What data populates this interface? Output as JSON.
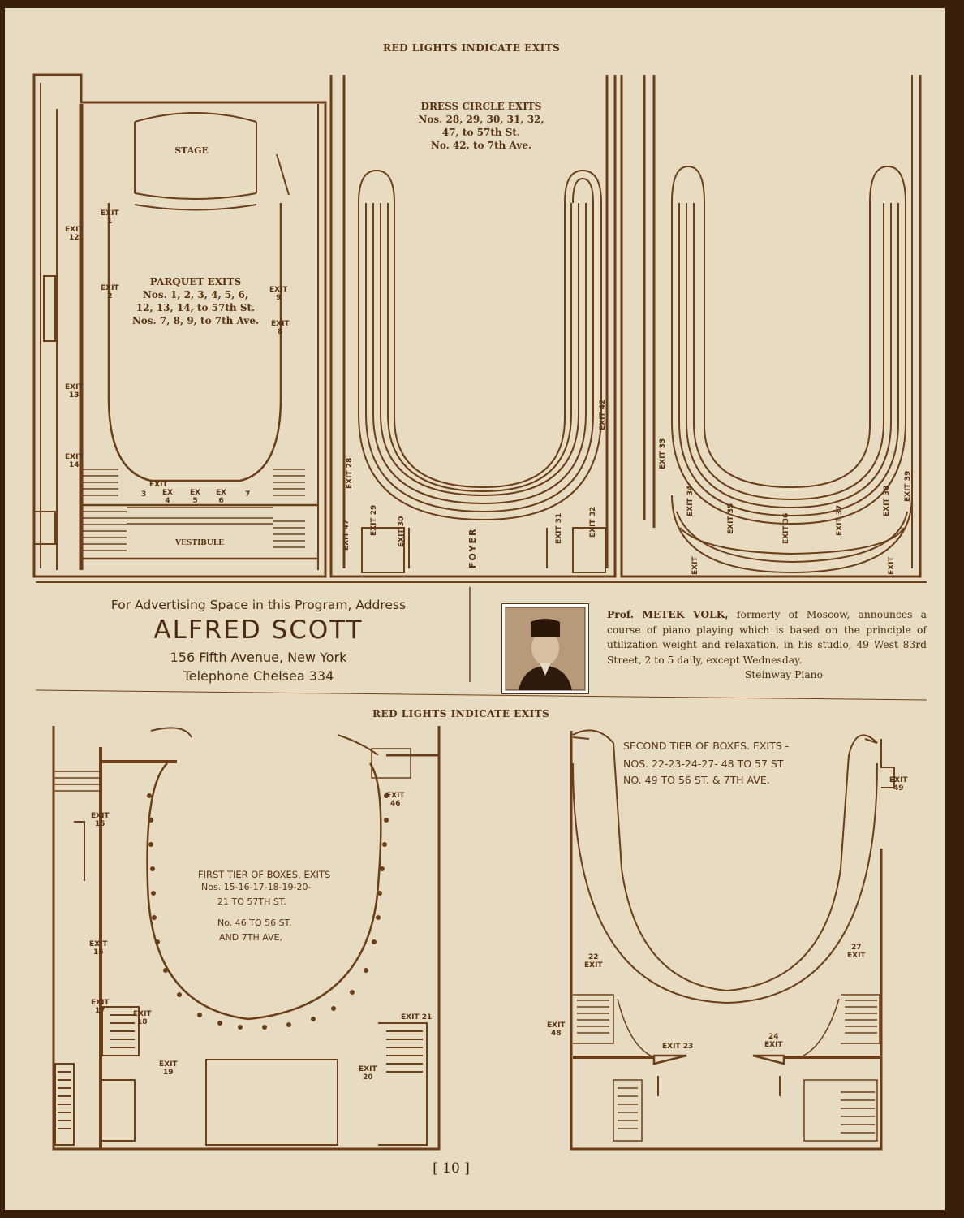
{
  "header_top": "RED LIGHTS INDICATE EXITS",
  "header_mid": "RED LIGHTS INDICATE EXITS",
  "parquet": {
    "stage": "STAGE",
    "vestibule": "VESTIBULE",
    "title": "PARQUET EXITS",
    "line1": "Nos. 1, 2, 3, 4, 5, 6,",
    "line2": "12, 13, 14, to 57th St.",
    "line3": "Nos. 7, 8, 9, to 7th Ave."
  },
  "dress_circle": {
    "title": "DRESS CIRCLE EXITS",
    "line1": "Nos. 28, 29, 30, 31, 32,",
    "line2": "47, to 57th St.",
    "line3": "No. 42, to 7th Ave.",
    "foyer": "FOYER"
  },
  "exits": {
    "e1": "EXIT\n1",
    "e2": "EXIT\n2",
    "e3": "EXIT",
    "e3n": "3",
    "e4": "EX\n4",
    "e5": "EX\n5",
    "e6": "EX\n6",
    "e7": "7",
    "e8": "EXIT\n8",
    "e9": "EXIT\n9",
    "e12": "EXIT\n12",
    "e13": "EXIT\n13",
    "e14": "EXIT\n14",
    "e28": "EXIT 28",
    "e29": "EXIT 29",
    "e30": "EXIT 30",
    "e31": "EXIT 31",
    "e32": "EXIT 32",
    "e47": "EXIT 47",
    "e42": "EXIT 42",
    "e33": "EXIT 33",
    "e34": "EXIT 34",
    "e35": "EXIT 35",
    "e36": "EXIT 36",
    "e37": "EXIT 37",
    "e38": "EXIT 38",
    "e39": "EXIT 39",
    "eL": "EXIT",
    "eR": "EXIT",
    "e15": "EXIT\n15",
    "e16": "EXIT\n16",
    "e17": "EXIT\n17",
    "e18": "EXIT\n18",
    "e19": "EXIT\n19",
    "e20": "EXIT\n20",
    "e21": "EXIT 21",
    "e46": "EXIT\n46",
    "e22": "22\nEXIT",
    "e48": "EXIT\n48",
    "e23": "EXIT 23",
    "e24": "24\nEXIT",
    "e27": "27\nEXIT",
    "e49": "EXIT\n49"
  },
  "ad": {
    "line1": "For Advertising Space in this Program, Address",
    "name": "ALFRED SCOTT",
    "address": "156 Fifth Avenue, New York",
    "phone": "Telephone Chelsea 334"
  },
  "volk": {
    "lead": "Prof.",
    "name": "METEK VOLK,",
    "text": "formerly of Moscow, announces a course of piano playing which is based on the principle of utilization weight and relaxation, in his studio, 49 West 83rd Street, 2 to 5 daily, except Wednesday.",
    "sponsor": "Steinway Piano"
  },
  "first_tier": {
    "title": "FIRST TIER OF BOXES, EXITS",
    "line1": "Nos. 15-16-17-18-19-20-",
    "line2": "21 TO 57TH ST.",
    "line3": "No. 46 TO 56 ST.",
    "line4": "AND 7TH AVE,"
  },
  "second_tier": {
    "title": "SECOND TIER OF BOXES. EXITS -",
    "line1": "NOS. 22-23-24-27- 48 TO 57 ST",
    "line2": "NO. 49 TO 56 ST. & 7TH AVE."
  },
  "page_number": "[ 10 ]"
}
